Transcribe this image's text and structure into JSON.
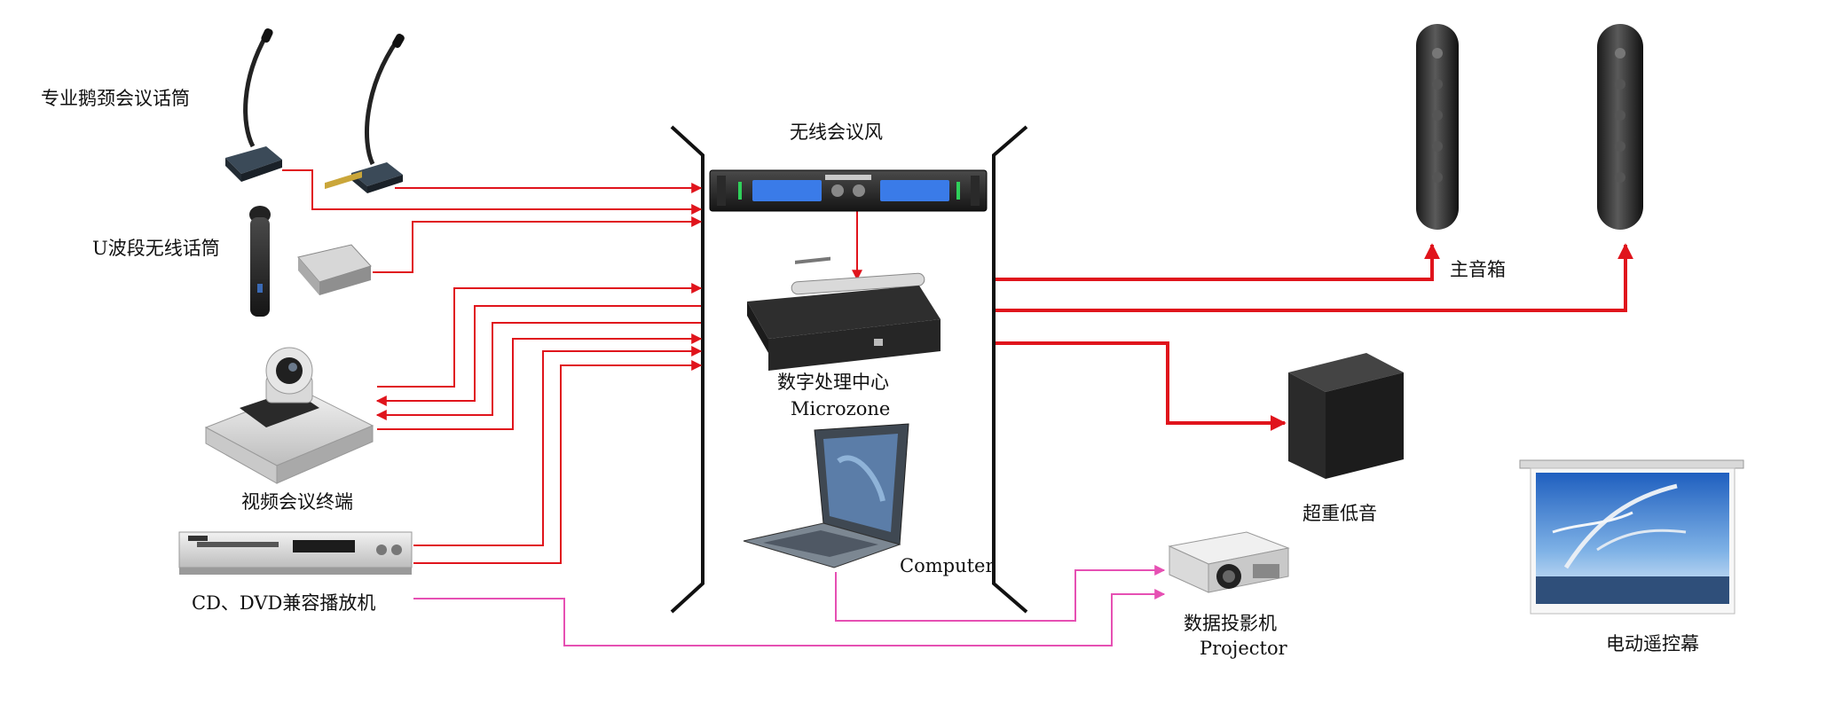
{
  "labels": {
    "gooseneck_mic": "专业鹅颈会议话筒",
    "uhf_mic": "U波段无线话筒",
    "video_terminal": "视频会议终端",
    "cd_dvd": "CD、DVD兼容播放机",
    "wireless_mic": "无线会议风",
    "dsp_cn": "数字处理中心",
    "dsp_en": "Microzone",
    "computer": "Computer",
    "main_speaker": "主音箱",
    "subwoofer": "超重低音",
    "projector_cn": "数据投影机",
    "projector_en": "Projector",
    "screen": "电动遥控幕"
  },
  "colors": {
    "audio_link": "#e0141c",
    "video_link": "#e650b3",
    "bracket": "#111111"
  }
}
